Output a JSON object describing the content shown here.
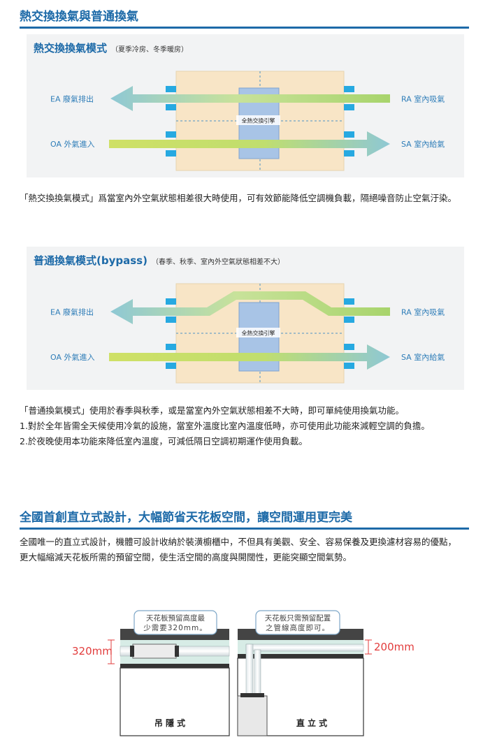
{
  "section1": {
    "title": "熱交換換氣與普通換氣"
  },
  "panel1": {
    "title": "熱交換換氣模式",
    "note": "（夏季冷房、冬季暖房）",
    "ea_label": "EA 廢氣排出",
    "oa_label": "OA 外氣進入",
    "ra_label": "RA 室內吸氣",
    "sa_label": "SA 室內給氣",
    "core_label": "全熱交換引擎"
  },
  "para1": "「熱交換換氣模式」爲當室內外空氣狀態相差很大時使用，可有效節能降低空調機負載，隔絕噪音防止空氣汙染。",
  "panel2": {
    "title": "普通換氣模式(bypass)",
    "note": "（春季、秋季、室內外空氣狀態相差不大）",
    "ea_label": "EA 廢氣排出",
    "oa_label": "OA 外氣進入",
    "ra_label": "RA 室內吸氣",
    "sa_label": "SA 室內給氣",
    "core_label": "全熱交換引擎"
  },
  "para2": {
    "line1": "「普通換氣模式」使用於春季與秋季，或是當室內外空氣狀態相差不大時，即可單純使用換氣功能。",
    "line2": "1.對於全年皆需全天候使用冷氣的設施，當室外溫度比室內溫度低時，亦可使用此功能來減輕空調的負擔。",
    "line3": "2.於夜晚使用本功能來降低室內溫度，可減低隔日空調初期運作使用負載。"
  },
  "section2": {
    "title": "全國首創直立式設計，大幅節省天花板空間，讓空間運用更完美"
  },
  "para3": "全國唯一的直立式設計，機體可設計收納於裝潢櫥櫃中，不但具有美觀、安全、容易保養及更換濾材容易的優點，更大幅縮減天花板所需的預留空間，使生活空間的高度與開闊性，更能突顯空間氣勢。",
  "install": {
    "left_callout_line1": "天花板預留高度最",
    "left_callout_line2": "少需要320mm。",
    "right_callout_line1": "天花板只需預留配置",
    "right_callout_line2": "之管線高度即可。",
    "left_dim": "320mm",
    "right_dim": "200mm",
    "left_label": "吊 隱 式",
    "right_label": "直 立 式"
  },
  "colors": {
    "accent": "#1d6aa8",
    "panel_bg": "#f2f3f4",
    "duct": "#f8e5c6",
    "core": "#a8c4e6",
    "connector": "#27a9e1",
    "arrow_green": "#a8d46c",
    "arrow_green_light": "#c8e29a",
    "arrow_yellow": "#cfe066",
    "arrow_blue": "#8ec8d4",
    "dim_red": "#e23c3c"
  }
}
